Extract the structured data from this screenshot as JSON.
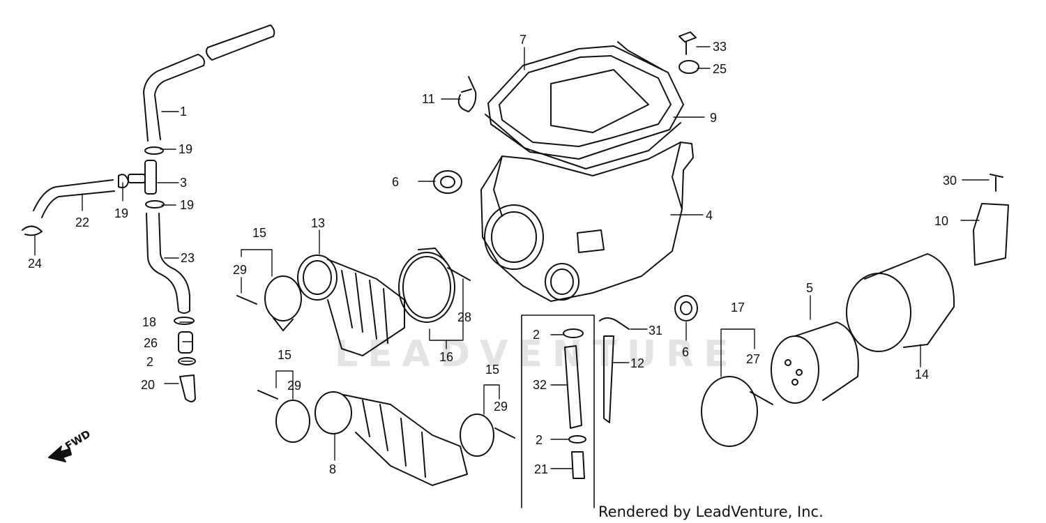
{
  "watermark": "LEADVENTURE",
  "credit": "Rendered by LeadVenture, Inc.",
  "direction_label": "FWD",
  "callouts": {
    "c1": "1",
    "c2a": "2",
    "c2b": "2",
    "c2c": "2",
    "c3": "3",
    "c4": "4",
    "c5": "5",
    "c6a": "6",
    "c6b": "6",
    "c7": "7",
    "c8": "8",
    "c9": "9",
    "c10": "10",
    "c11": "11",
    "c12": "12",
    "c13": "13",
    "c14": "14",
    "c15a": "15",
    "c15b": "15",
    "c15c": "15",
    "c16": "16",
    "c17": "17",
    "c18": "18",
    "c19a": "19",
    "c19b": "19",
    "c19c": "19",
    "c20": "20",
    "c21": "21",
    "c22": "22",
    "c23": "23",
    "c24": "24",
    "c25": "25",
    "c26": "26",
    "c27": "27",
    "c28": "28",
    "c29a": "29",
    "c29b": "29",
    "c29c": "29",
    "c30": "30",
    "c31": "31",
    "c32": "32",
    "c33": "33"
  }
}
